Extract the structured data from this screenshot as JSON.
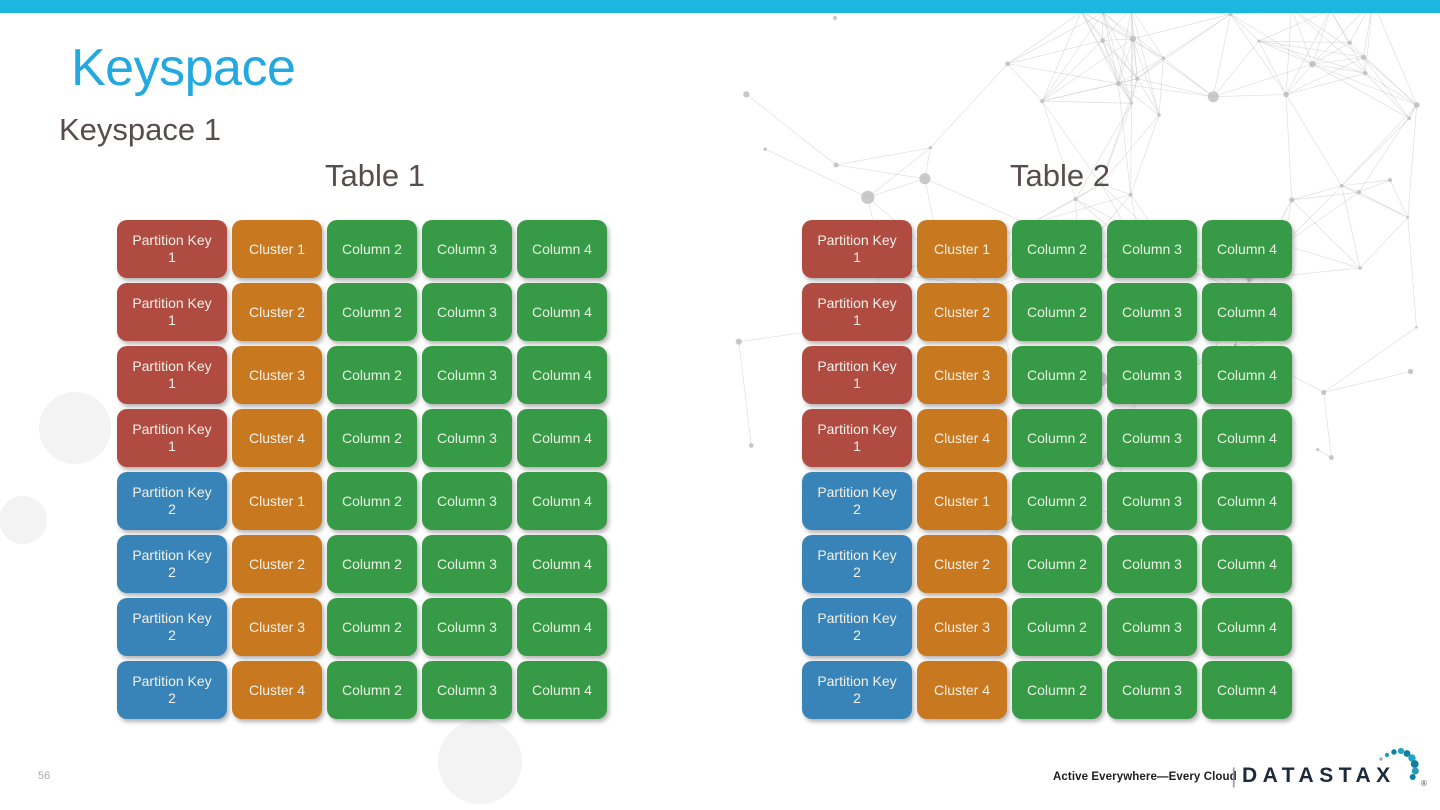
{
  "slide": {
    "title": "Keyspace",
    "keyspace_label": "Keyspace 1",
    "page_number": "56"
  },
  "colors": {
    "top_bar": "#1BB7DE",
    "bar_dot": "#0E9CC0",
    "title": "#23A9E0",
    "heading_text": "#574D4D",
    "pk1": "#B04B41",
    "pk2": "#3884B8",
    "cluster": "#C8781E",
    "column": "#379A46",
    "cell_text": "#F4F1E9",
    "column_text": "#E9F3E4",
    "page_number": "#ABABAB",
    "brand_navy": "#1C2A39",
    "dot_teal_light": "#2B9AB8",
    "dot_teal_dark": "#0D7F9F",
    "dot_teal_bright": "#22A5C4",
    "dot_gray_teal": "#8FB3BA",
    "network_line": "#C6C6C6",
    "network_dot": "#BDBDBD",
    "faint_circle": "#F3F3F3"
  },
  "tables": [
    {
      "title": "Table 1",
      "rows": [
        {
          "cells": [
            {
              "label": "Partition Key\n1",
              "color": "pk1"
            },
            {
              "label": "Cluster 1",
              "color": "cluster"
            },
            {
              "label": "Column 2",
              "color": "column"
            },
            {
              "label": "Column 3",
              "color": "column"
            },
            {
              "label": "Column 4",
              "color": "column"
            }
          ]
        },
        {
          "cells": [
            {
              "label": "Partition Key\n1",
              "color": "pk1"
            },
            {
              "label": "Cluster 2",
              "color": "cluster"
            },
            {
              "label": "Column 2",
              "color": "column"
            },
            {
              "label": "Column 3",
              "color": "column"
            },
            {
              "label": "Column 4",
              "color": "column"
            }
          ]
        },
        {
          "cells": [
            {
              "label": "Partition Key\n1",
              "color": "pk1"
            },
            {
              "label": "Cluster 3",
              "color": "cluster"
            },
            {
              "label": "Column 2",
              "color": "column"
            },
            {
              "label": "Column 3",
              "color": "column"
            },
            {
              "label": "Column 4",
              "color": "column"
            }
          ]
        },
        {
          "cells": [
            {
              "label": "Partition Key\n1",
              "color": "pk1"
            },
            {
              "label": "Cluster 4",
              "color": "cluster"
            },
            {
              "label": "Column 2",
              "color": "column"
            },
            {
              "label": "Column 3",
              "color": "column"
            },
            {
              "label": "Column 4",
              "color": "column"
            }
          ]
        },
        {
          "cells": [
            {
              "label": "Partition Key\n2",
              "color": "pk2"
            },
            {
              "label": "Cluster 1",
              "color": "cluster"
            },
            {
              "label": "Column 2",
              "color": "column"
            },
            {
              "label": "Column 3",
              "color": "column"
            },
            {
              "label": "Column 4",
              "color": "column"
            }
          ]
        },
        {
          "cells": [
            {
              "label": "Partition Key\n2",
              "color": "pk2"
            },
            {
              "label": "Cluster 2",
              "color": "cluster"
            },
            {
              "label": "Column 2",
              "color": "column"
            },
            {
              "label": "Column 3",
              "color": "column"
            },
            {
              "label": "Column 4",
              "color": "column"
            }
          ]
        },
        {
          "cells": [
            {
              "label": "Partition Key\n2",
              "color": "pk2"
            },
            {
              "label": "Cluster 3",
              "color": "cluster"
            },
            {
              "label": "Column 2",
              "color": "column"
            },
            {
              "label": "Column 3",
              "color": "column"
            },
            {
              "label": "Column 4",
              "color": "column"
            }
          ]
        },
        {
          "cells": [
            {
              "label": "Partition Key\n2",
              "color": "pk2"
            },
            {
              "label": "Cluster 4",
              "color": "cluster"
            },
            {
              "label": "Column 2",
              "color": "column"
            },
            {
              "label": "Column 3",
              "color": "column"
            },
            {
              "label": "Column 4",
              "color": "column"
            }
          ]
        }
      ]
    },
    {
      "title": "Table 2",
      "rows": [
        {
          "cells": [
            {
              "label": "Partition Key\n1",
              "color": "pk1"
            },
            {
              "label": "Cluster 1",
              "color": "cluster"
            },
            {
              "label": "Column 2",
              "color": "column"
            },
            {
              "label": "Column 3",
              "color": "column"
            },
            {
              "label": "Column 4",
              "color": "column"
            }
          ]
        },
        {
          "cells": [
            {
              "label": "Partition Key\n1",
              "color": "pk1"
            },
            {
              "label": "Cluster 2",
              "color": "cluster"
            },
            {
              "label": "Column 2",
              "color": "column"
            },
            {
              "label": "Column 3",
              "color": "column"
            },
            {
              "label": "Column 4",
              "color": "column"
            }
          ]
        },
        {
          "cells": [
            {
              "label": "Partition Key\n1",
              "color": "pk1"
            },
            {
              "label": "Cluster 3",
              "color": "cluster"
            },
            {
              "label": "Column 2",
              "color": "column"
            },
            {
              "label": "Column 3",
              "color": "column"
            },
            {
              "label": "Column 4",
              "color": "column"
            }
          ]
        },
        {
          "cells": [
            {
              "label": "Partition Key\n1",
              "color": "pk1"
            },
            {
              "label": "Cluster 4",
              "color": "cluster"
            },
            {
              "label": "Column 2",
              "color": "column"
            },
            {
              "label": "Column 3",
              "color": "column"
            },
            {
              "label": "Column 4",
              "color": "column"
            }
          ]
        },
        {
          "cells": [
            {
              "label": "Partition Key\n2",
              "color": "pk2"
            },
            {
              "label": "Cluster 1",
              "color": "cluster"
            },
            {
              "label": "Column 2",
              "color": "column"
            },
            {
              "label": "Column 3",
              "color": "column"
            },
            {
              "label": "Column 4",
              "color": "column"
            }
          ]
        },
        {
          "cells": [
            {
              "label": "Partition Key\n2",
              "color": "pk2"
            },
            {
              "label": "Cluster 2",
              "color": "cluster"
            },
            {
              "label": "Column 2",
              "color": "column"
            },
            {
              "label": "Column 3",
              "color": "column"
            },
            {
              "label": "Column 4",
              "color": "column"
            }
          ]
        },
        {
          "cells": [
            {
              "label": "Partition Key\n2",
              "color": "pk2"
            },
            {
              "label": "Cluster 3",
              "color": "cluster"
            },
            {
              "label": "Column 2",
              "color": "column"
            },
            {
              "label": "Column 3",
              "color": "column"
            },
            {
              "label": "Column 4",
              "color": "column"
            }
          ]
        },
        {
          "cells": [
            {
              "label": "Partition Key\n2",
              "color": "pk2"
            },
            {
              "label": "Cluster 4",
              "color": "cluster"
            },
            {
              "label": "Column 2",
              "color": "column"
            },
            {
              "label": "Column 3",
              "color": "column"
            },
            {
              "label": "Column 4",
              "color": "column"
            }
          ]
        }
      ]
    }
  ],
  "footer": {
    "tagline": "Active Everywhere—Every Cloud",
    "separator": "|",
    "brand": "DATASTAX",
    "registered_mark": "®"
  }
}
